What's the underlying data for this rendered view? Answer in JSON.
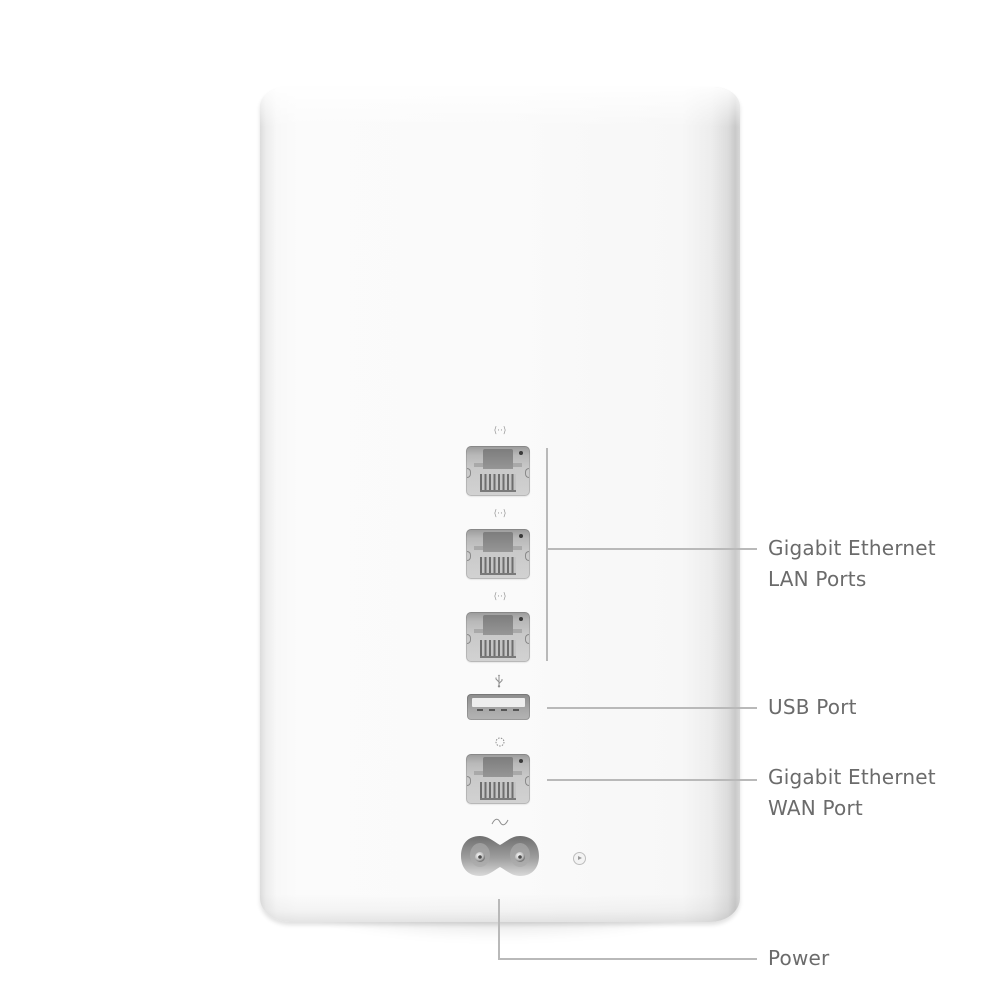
{
  "diagram": {
    "subject": "wireless base station rear panel",
    "colors": {
      "background": "#ffffff",
      "device_body": "#fafafa",
      "leader_line": "#b9b9b9",
      "label_text": "#6b6b6b",
      "port_metal": "#b8b8b8"
    },
    "ports": [
      {
        "id": "lan-1",
        "type": "ethernet",
        "icon": "lan-arrows-icon",
        "icon_glyph": "⟨··⟩"
      },
      {
        "id": "lan-2",
        "type": "ethernet",
        "icon": "lan-arrows-icon",
        "icon_glyph": "⟨··⟩"
      },
      {
        "id": "lan-3",
        "type": "ethernet",
        "icon": "lan-arrows-icon",
        "icon_glyph": "⟨··⟩"
      },
      {
        "id": "usb",
        "type": "usb",
        "icon": "usb-icon",
        "icon_glyph": "⫛"
      },
      {
        "id": "wan",
        "type": "ethernet",
        "icon": "wan-circle-icon",
        "icon_glyph": "◌"
      },
      {
        "id": "power",
        "type": "power-socket",
        "icon": "ac-wave-icon",
        "icon_glyph": "∼"
      }
    ],
    "reset_button_icon": "reset-triangle-icon",
    "labels": {
      "lan": {
        "line1": "Gigabit Ethernet",
        "line2": "LAN Ports"
      },
      "usb": {
        "line1": "USB Port"
      },
      "wan": {
        "line1": "Gigabit Ethernet",
        "line2": "WAN Port"
      },
      "power": {
        "line1": "Power"
      }
    }
  }
}
